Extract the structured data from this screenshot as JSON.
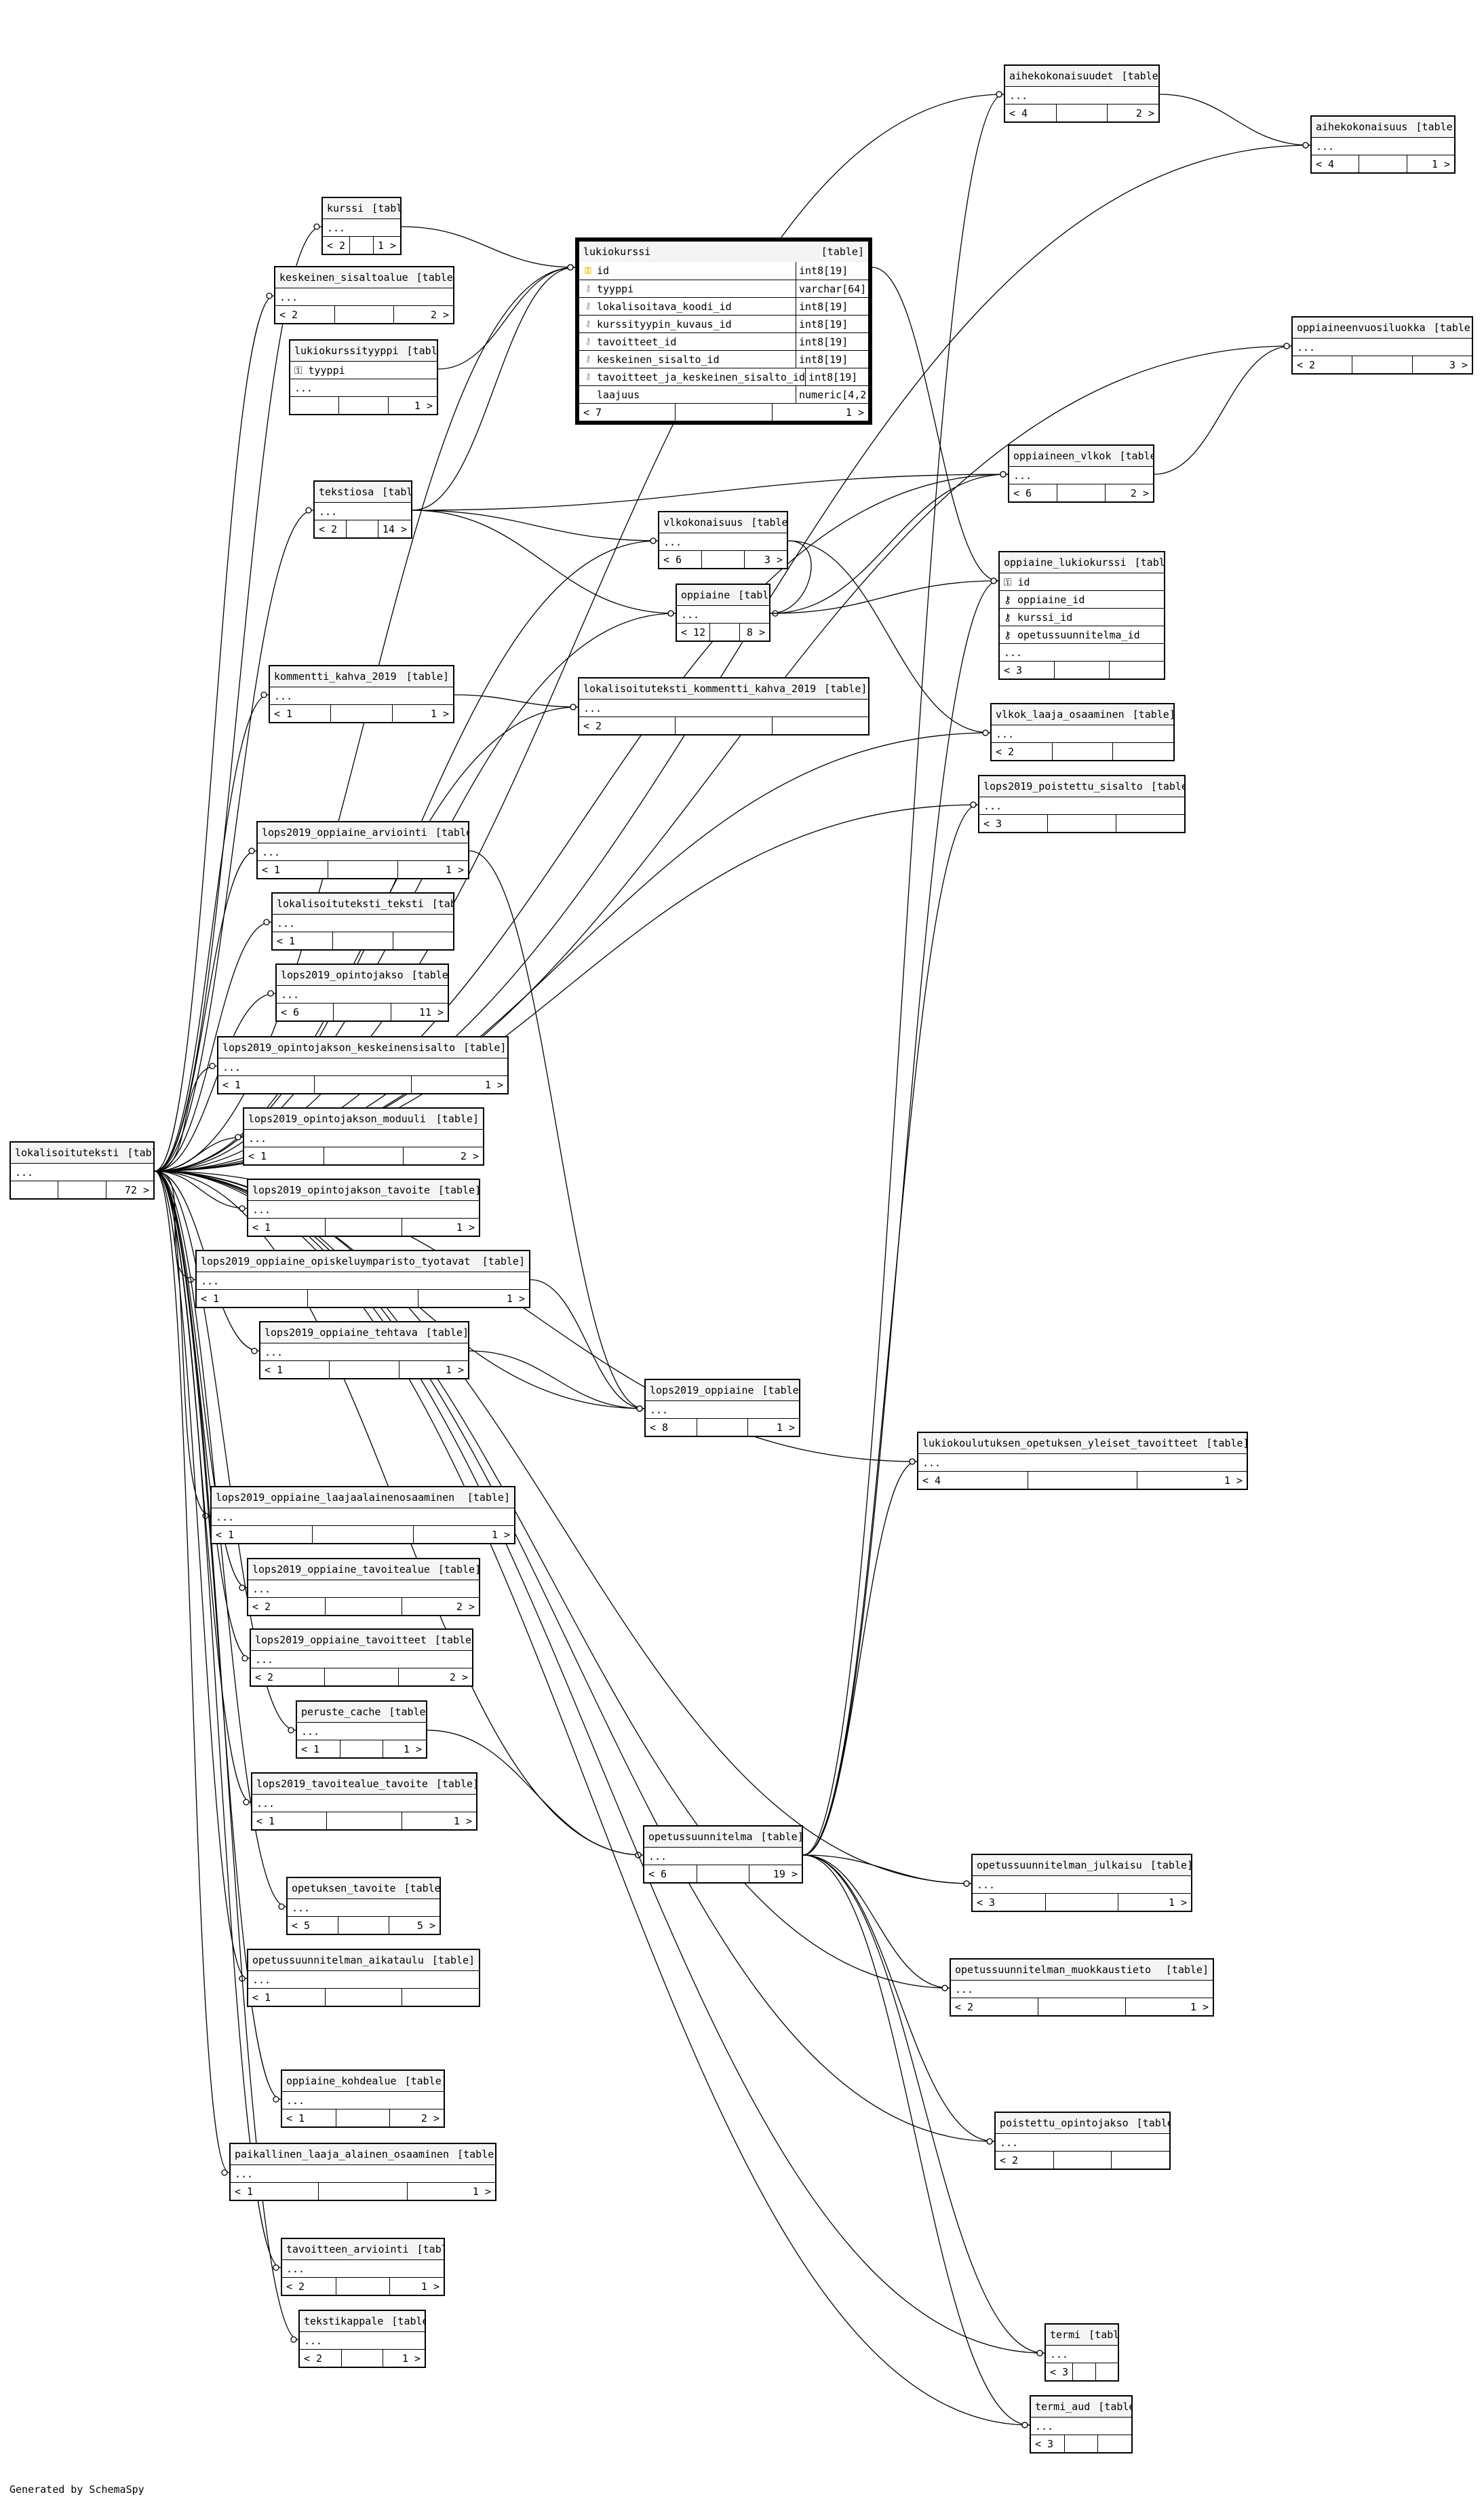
{
  "footer_text": "Generated by SchemaSpy",
  "table_tag": "[table]",
  "focus": {
    "name": "lukiokurssi",
    "columns": [
      {
        "name": "id",
        "type": "int8[19]",
        "icon": "pk"
      },
      {
        "name": "tyyppi",
        "type": "varchar[64]",
        "icon": "fk"
      },
      {
        "name": "lokalisoitava_koodi_id",
        "type": "int8[19]",
        "icon": "fk"
      },
      {
        "name": "kurssityypin_kuvaus_id",
        "type": "int8[19]",
        "icon": "fk"
      },
      {
        "name": "tavoitteet_id",
        "type": "int8[19]",
        "icon": "fk"
      },
      {
        "name": "keskeinen_sisalto_id",
        "type": "int8[19]",
        "icon": "fk"
      },
      {
        "name": "tavoitteet_ja_keskeinen_sisalto_id",
        "type": "int8[19]",
        "icon": "fk"
      },
      {
        "name": "laajuus",
        "type": "numeric[4,2]",
        "icon": ""
      }
    ],
    "parents": "< 7",
    "children": "1 >"
  },
  "tables": [
    {
      "id": "aihekokonaisuudet",
      "name": "aihekokonaisuudet",
      "rows": [
        "..."
      ],
      "parents": "< 4",
      "children": "2 >"
    },
    {
      "id": "aihekokonaisuus",
      "name": "aihekokonaisuus",
      "rows": [
        "..."
      ],
      "parents": "< 4",
      "children": "1 >"
    },
    {
      "id": "kurssi",
      "name": "kurssi",
      "rows": [
        "..."
      ],
      "parents": "< 2",
      "children": "1 >"
    },
    {
      "id": "keskeinen_sisaltoalue",
      "name": "keskeinen_sisaltoalue",
      "rows": [
        "..."
      ],
      "parents": "< 2",
      "children": "2 >"
    },
    {
      "id": "lukiokurssityyppi",
      "name": "lukiokurssityyppi",
      "rows": [
        "⚿ tyyppi",
        "..."
      ],
      "parents": "",
      "children": "1 >"
    },
    {
      "id": "oppiaineenvuosiluokka",
      "name": "oppiaineenvuosiluokka",
      "rows": [
        "..."
      ],
      "parents": "< 2",
      "children": "3 >"
    },
    {
      "id": "oppiaineen_vlkok",
      "name": "oppiaineen_vlkok",
      "rows": [
        "..."
      ],
      "parents": "< 6",
      "children": "2 >"
    },
    {
      "id": "tekstiosa",
      "name": "tekstiosa",
      "rows": [
        "..."
      ],
      "parents": "< 2",
      "children": "14 >"
    },
    {
      "id": "vlkokonaisuus",
      "name": "vlkokonaisuus",
      "rows": [
        "..."
      ],
      "parents": "< 6",
      "children": "3 >"
    },
    {
      "id": "oppiaine",
      "name": "oppiaine",
      "rows": [
        "..."
      ],
      "parents": "< 12",
      "children": "8 >"
    },
    {
      "id": "oppiaine_lukiokurssi",
      "name": "oppiaine_lukiokurssi",
      "rows": [
        "⚿ id",
        "⚷ oppiaine_id",
        "⚷ kurssi_id",
        "⚷ opetussuunnitelma_id",
        "..."
      ],
      "parents": "< 3",
      "children": ""
    },
    {
      "id": "kommentti_kahva_2019",
      "name": "kommentti_kahva_2019",
      "rows": [
        "..."
      ],
      "parents": "< 1",
      "children": "1 >"
    },
    {
      "id": "lokalisoituteksti_kommentti_kahva_2019",
      "name": "lokalisoituteksti_kommentti_kahva_2019",
      "rows": [
        "..."
      ],
      "parents": "< 2",
      "children": ""
    },
    {
      "id": "vlkok_laaja_osaaminen",
      "name": "vlkok_laaja_osaaminen",
      "rows": [
        "..."
      ],
      "parents": "< 2",
      "children": ""
    },
    {
      "id": "lops2019_poistettu_sisalto",
      "name": "lops2019_poistettu_sisalto",
      "rows": [
        "..."
      ],
      "parents": "< 3",
      "children": ""
    },
    {
      "id": "lops2019_oppiaine_arviointi",
      "name": "lops2019_oppiaine_arviointi",
      "rows": [
        "..."
      ],
      "parents": "< 1",
      "children": "1 >"
    },
    {
      "id": "lokalisoituteksti_teksti",
      "name": "lokalisoituteksti_teksti",
      "rows": [
        "..."
      ],
      "parents": "< 1",
      "children": ""
    },
    {
      "id": "lops2019_opintojakso",
      "name": "lops2019_opintojakso",
      "rows": [
        "..."
      ],
      "parents": "< 6",
      "children": "11 >"
    },
    {
      "id": "lops2019_opintojakson_keskeinensisalto",
      "name": "lops2019_opintojakson_keskeinensisalto",
      "rows": [
        "..."
      ],
      "parents": "< 1",
      "children": "1 >"
    },
    {
      "id": "lops2019_opintojakson_moduuli",
      "name": "lops2019_opintojakson_moduuli",
      "rows": [
        "..."
      ],
      "parents": "< 1",
      "children": "2 >"
    },
    {
      "id": "lokalisoituteksti",
      "name": "lokalisoituteksti",
      "rows": [
        "..."
      ],
      "parents": "",
      "children": "72 >"
    },
    {
      "id": "lops2019_opintojakson_tavoite",
      "name": "lops2019_opintojakson_tavoite",
      "rows": [
        "..."
      ],
      "parents": "< 1",
      "children": "1 >"
    },
    {
      "id": "lops2019_oppiaine_opiskeluymparisto_tyotavat",
      "name": "lops2019_oppiaine_opiskeluymparisto_tyotavat",
      "rows": [
        "..."
      ],
      "parents": "< 1",
      "children": "1 >"
    },
    {
      "id": "lops2019_oppiaine_tehtava",
      "name": "lops2019_oppiaine_tehtava",
      "rows": [
        "..."
      ],
      "parents": "< 1",
      "children": "1 >"
    },
    {
      "id": "lops2019_oppiaine",
      "name": "lops2019_oppiaine",
      "rows": [
        "..."
      ],
      "parents": "< 8",
      "children": "1 >"
    },
    {
      "id": "lukiokoulutuksen_opetuksen_yleiset_tavoitteet",
      "name": "lukiokoulutuksen_opetuksen_yleiset_tavoitteet",
      "rows": [
        "..."
      ],
      "parents": "< 4",
      "children": "1 >"
    },
    {
      "id": "lops2019_oppiaine_laajaalainenosaaminen",
      "name": "lops2019_oppiaine_laajaalainenosaaminen",
      "rows": [
        "..."
      ],
      "parents": "< 1",
      "children": "1 >"
    },
    {
      "id": "lops2019_oppiaine_tavoitealue",
      "name": "lops2019_oppiaine_tavoitealue",
      "rows": [
        "..."
      ],
      "parents": "< 2",
      "children": "2 >"
    },
    {
      "id": "lops2019_oppiaine_tavoitteet",
      "name": "lops2019_oppiaine_tavoitteet",
      "rows": [
        "..."
      ],
      "parents": "< 2",
      "children": "2 >"
    },
    {
      "id": "peruste_cache",
      "name": "peruste_cache",
      "rows": [
        "..."
      ],
      "parents": "< 1",
      "children": "1 >"
    },
    {
      "id": "lops2019_tavoitealue_tavoite",
      "name": "lops2019_tavoitealue_tavoite",
      "rows": [
        "..."
      ],
      "parents": "< 1",
      "children": "1 >"
    },
    {
      "id": "opetussuunnitelma",
      "name": "opetussuunnitelma",
      "rows": [
        "..."
      ],
      "parents": "< 6",
      "children": "19 >"
    },
    {
      "id": "opetuksen_tavoite",
      "name": "opetuksen_tavoite",
      "rows": [
        "..."
      ],
      "parents": "< 5",
      "children": "5 >"
    },
    {
      "id": "opetussuunnitelman_julkaisu",
      "name": "opetussuunnitelman_julkaisu",
      "rows": [
        "..."
      ],
      "parents": "< 3",
      "children": "1 >"
    },
    {
      "id": "opetussuunnitelman_aikataulu",
      "name": "opetussuunnitelman_aikataulu",
      "rows": [
        "..."
      ],
      "parents": "< 1",
      "children": ""
    },
    {
      "id": "opetussuunnitelman_muokkaustieto",
      "name": "opetussuunnitelman_muokkaustieto",
      "rows": [
        "..."
      ],
      "parents": "< 2",
      "children": "1 >"
    },
    {
      "id": "oppiaine_kohdealue",
      "name": "oppiaine_kohdealue",
      "rows": [
        "..."
      ],
      "parents": "< 1",
      "children": "2 >"
    },
    {
      "id": "poistettu_opintojakso",
      "name": "poistettu_opintojakso",
      "rows": [
        "..."
      ],
      "parents": "< 2",
      "children": ""
    },
    {
      "id": "paikallinen_laaja_alainen_osaaminen",
      "name": "paikallinen_laaja_alainen_osaaminen",
      "rows": [
        "..."
      ],
      "parents": "< 1",
      "children": "1 >"
    },
    {
      "id": "tavoitteen_arviointi",
      "name": "tavoitteen_arviointi",
      "rows": [
        "..."
      ],
      "parents": "< 2",
      "children": "1 >"
    },
    {
      "id": "tekstikappale",
      "name": "tekstikappale",
      "rows": [
        "..."
      ],
      "parents": "< 2",
      "children": "1 >"
    },
    {
      "id": "termi",
      "name": "termi",
      "rows": [
        "..."
      ],
      "parents": "< 3",
      "children": ""
    },
    {
      "id": "termi_aud",
      "name": "termi_aud",
      "rows": [
        "..."
      ],
      "parents": "< 3",
      "children": ""
    }
  ],
  "relationships": [
    [
      "lokalisoituteksti",
      "aihekokonaisuudet"
    ],
    [
      "lokalisoituteksti",
      "aihekokonaisuus"
    ],
    [
      "aihekokonaisuudet",
      "aihekokonaisuus"
    ],
    [
      "lokalisoituteksti",
      "kurssi"
    ],
    [
      "lokalisoituteksti",
      "keskeinen_sisaltoalue"
    ],
    [
      "lokalisoituteksti",
      "oppiaineenvuosiluokka"
    ],
    [
      "oppiaineen_vlkok",
      "oppiaineenvuosiluokka"
    ],
    [
      "lokalisoituteksti",
      "oppiaineen_vlkok"
    ],
    [
      "tekstiosa",
      "oppiaineen_vlkok"
    ],
    [
      "lokalisoituteksti",
      "tekstiosa"
    ],
    [
      "tekstiosa",
      "vlkokonaisuus"
    ],
    [
      "lokalisoituteksti",
      "vlkokonaisuus"
    ],
    [
      "tekstiosa",
      "oppiaine"
    ],
    [
      "lokalisoituteksti",
      "oppiaine"
    ],
    [
      "vlkokonaisuus",
      "oppiaine"
    ],
    [
      "oppiaine",
      "oppiaine_lukiokurssi"
    ],
    [
      "oppiaine",
      "oppiaineen_vlkok"
    ],
    [
      "lokalisoituteksti",
      "kommentti_kahva_2019"
    ],
    [
      "kommentti_kahva_2019",
      "lokalisoituteksti_kommentti_kahva_2019"
    ],
    [
      "lokalisoituteksti",
      "lokalisoituteksti_kommentti_kahva_2019"
    ],
    [
      "lokalisoituteksti",
      "vlkok_laaja_osaaminen"
    ],
    [
      "vlkokonaisuus",
      "vlkok_laaja_osaaminen"
    ],
    [
      "lokalisoituteksti",
      "lops2019_poistettu_sisalto"
    ],
    [
      "lokalisoituteksti",
      "lops2019_oppiaine_arviointi"
    ],
    [
      "lokalisoituteksti",
      "lokalisoituteksti_teksti"
    ],
    [
      "lokalisoituteksti",
      "lops2019_opintojakso"
    ],
    [
      "lokalisoituteksti",
      "lops2019_opintojakson_keskeinensisalto"
    ],
    [
      "lokalisoituteksti",
      "lops2019_opintojakson_moduuli"
    ],
    [
      "lokalisoituteksti",
      "lops2019_opintojakson_tavoite"
    ],
    [
      "lokalisoituteksti",
      "lops2019_oppiaine_opiskeluymparisto_tyotavat"
    ],
    [
      "lokalisoituteksti",
      "lops2019_oppiaine_tehtava"
    ],
    [
      "lokalisoituteksti",
      "lops2019_oppiaine"
    ],
    [
      "lops2019_oppiaine_arviointi",
      "lops2019_oppiaine"
    ],
    [
      "lops2019_oppiaine_opiskeluymparisto_tyotavat",
      "lops2019_oppiaine"
    ],
    [
      "lops2019_oppiaine_tehtava",
      "lops2019_oppiaine"
    ],
    [
      "lokalisoituteksti",
      "lukiokoulutuksen_opetuksen_yleiset_tavoitteet"
    ],
    [
      "lokalisoituteksti",
      "lops2019_oppiaine_laajaalainenosaaminen"
    ],
    [
      "lokalisoituteksti",
      "lops2019_oppiaine_tavoitealue"
    ],
    [
      "lokalisoituteksti",
      "lops2019_oppiaine_tavoitteet"
    ],
    [
      "lokalisoituteksti",
      "peruste_cache"
    ],
    [
      "peruste_cache",
      "opetussuunnitelma"
    ],
    [
      "lokalisoituteksti",
      "lops2019_tavoitealue_tavoite"
    ],
    [
      "lokalisoituteksti",
      "opetussuunnitelma"
    ],
    [
      "lokalisoituteksti",
      "opetuksen_tavoite"
    ],
    [
      "opetussuunnitelma",
      "opetussuunnitelman_julkaisu"
    ],
    [
      "lokalisoituteksti",
      "opetussuunnitelman_julkaisu"
    ],
    [
      "lokalisoituteksti",
      "opetussuunnitelman_aikataulu"
    ],
    [
      "opetussuunnitelma",
      "opetussuunnitelman_muokkaustieto"
    ],
    [
      "lokalisoituteksti",
      "opetussuunnitelman_muokkaustieto"
    ],
    [
      "lokalisoituteksti",
      "oppiaine_kohdealue"
    ],
    [
      "opetussuunnitelma",
      "poistettu_opintojakso"
    ],
    [
      "lokalisoituteksti",
      "poistettu_opintojakso"
    ],
    [
      "lokalisoituteksti",
      "paikallinen_laaja_alainen_osaaminen"
    ],
    [
      "lokalisoituteksti",
      "tavoitteen_arviointi"
    ],
    [
      "lokalisoituteksti",
      "tekstikappale"
    ],
    [
      "opetussuunnitelma",
      "termi"
    ],
    [
      "lokalisoituteksti",
      "termi"
    ],
    [
      "opetussuunnitelma",
      "termi_aud"
    ],
    [
      "lokalisoituteksti",
      "termi_aud"
    ],
    [
      "opetussuunnitelma",
      "oppiaine_lukiokurssi"
    ],
    [
      "opetussuunnitelma",
      "aihekokonaisuudet"
    ],
    [
      "opetussuunnitelma",
      "lukiokoulutuksen_opetuksen_yleiset_tavoitteet"
    ],
    [
      "opetussuunnitelma",
      "lops2019_poistettu_sisalto"
    ],
    [
      "lukiokurssi",
      "oppiaine_lukiokurssi"
    ],
    [
      "kurssi",
      "lukiokurssi"
    ],
    [
      "lukiokurssityyppi",
      "lukiokurssi"
    ],
    [
      "lokalisoituteksti",
      "lukiokurssi"
    ],
    [
      "tekstiosa",
      "lukiokurssi"
    ]
  ]
}
